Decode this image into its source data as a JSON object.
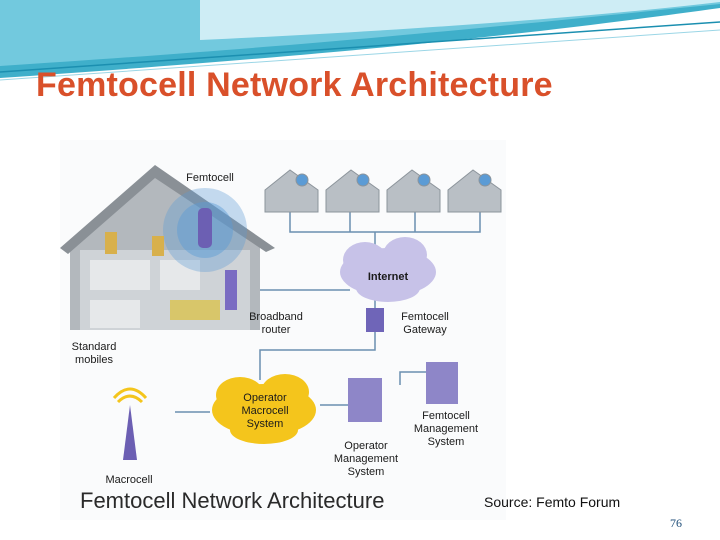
{
  "slide": {
    "title": "Femtocell Network Architecture",
    "source": "Source: Femto Forum",
    "page_number": "76"
  },
  "diagram": {
    "caption": "Femtocell Network Architecture",
    "labels": {
      "femtocell": "Femtocell",
      "internet": "Internet",
      "broadband_router_line1": "Broadband",
      "broadband_router_line2": "router",
      "gateway_line1": "Femtocell",
      "gateway_line2": "Gateway",
      "standard_mobiles_line1": "Standard",
      "standard_mobiles_line2": "mobiles",
      "operator_macrocell_line1": "Operator",
      "operator_macrocell_line2": "Macrocell",
      "operator_macrocell_line3": "System",
      "femtocell_mgmt_line1": "Femtocell",
      "femtocell_mgmt_line2": "Management",
      "femtocell_mgmt_line3": "System",
      "operator_mgmt_line1": "Operator",
      "operator_mgmt_line2": "Management",
      "operator_mgmt_line3": "System",
      "macrocell": "Macrocell"
    }
  },
  "colors": {
    "title": "#d9502a",
    "cloud_internet": "#c7c2e8",
    "cloud_operator": "#f4c51c",
    "links": "#6b8fb0",
    "house": "#9aa0a6"
  }
}
